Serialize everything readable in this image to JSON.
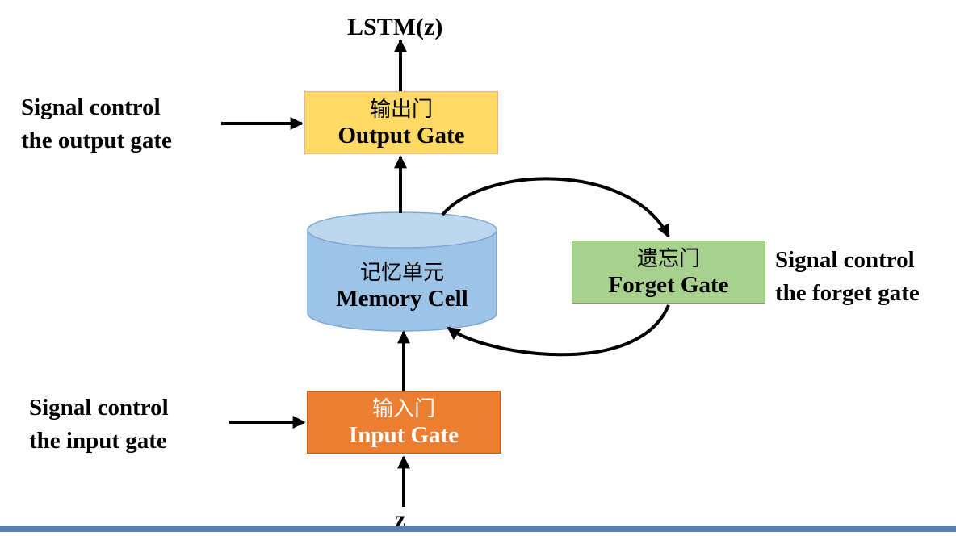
{
  "output": {
    "label": "LSTM(z)"
  },
  "input": {
    "label": "z"
  },
  "output_gate": {
    "zh": "输出门",
    "en": "Output Gate",
    "fill": "#ffd966"
  },
  "memory_cell": {
    "zh": "记忆单元",
    "en": "Memory Cell",
    "fill": "#9dc3e6"
  },
  "forget_gate": {
    "zh": "遗忘门",
    "en": "Forget Gate",
    "fill": "#a9d18e"
  },
  "input_gate": {
    "zh": "输入门",
    "en": "Input Gate",
    "fill": "#ed7d31"
  },
  "signals": {
    "output": {
      "line1": "Signal control",
      "line2": "the output gate"
    },
    "input": {
      "line1": "Signal control",
      "line2": "the input gate"
    },
    "forget": {
      "line1": "Signal control",
      "line2": "the forget gate"
    }
  },
  "footer_bar_color": "#5b7cb3"
}
